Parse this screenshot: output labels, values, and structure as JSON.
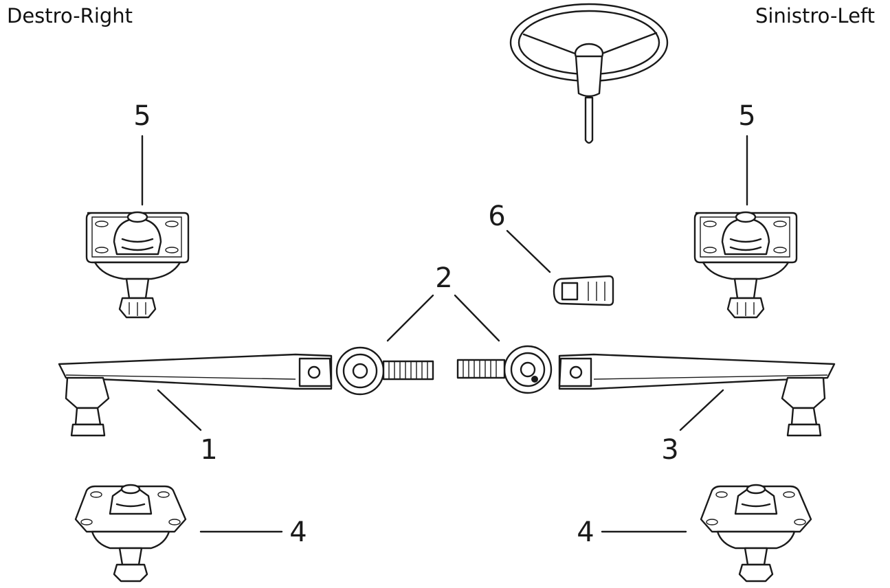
{
  "labels": {
    "right_side": "Destro-Right",
    "left_side": "Sinistro-Left"
  },
  "callouts": {
    "tie_rod_right": "1",
    "tie_rod_ends": "2",
    "tie_rod_left": "3",
    "lower_ball_joint_right": "4",
    "lower_ball_joint_left": "4",
    "upper_ball_joint_right": "5",
    "upper_ball_joint_left": "5",
    "clip": "6"
  }
}
